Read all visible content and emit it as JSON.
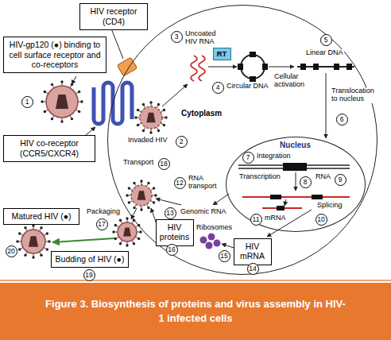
{
  "diagram": {
    "caption": "Figure 3. Biosynthesis of proteins and virus assembly in HIV-1 infected cells",
    "nodes": [
      {
        "text": [
          "HIV receptor (CD4)"
        ]
      },
      {
        "text": [
          "HIV-gp120 (●) binding to cell surface receptor and co-receptors"
        ]
      },
      {
        "text": [
          "HIV co-receptor (CCR5/CXCR4)"
        ]
      },
      {
        "text": [
          "Cytoplasm"
        ]
      },
      {
        "text": [
          "RT"
        ],
        "in": 3
      },
      {
        "text": [
          "Nucleus"
        ],
        "in": 3
      },
      {
        "text": [
          "HIV proteins"
        ],
        "in": 3
      },
      {
        "text": [
          "HIV mRNA"
        ],
        "in": 3
      },
      {
        "text": [
          "Matured HIV (●)"
        ]
      },
      {
        "text": [
          "Budding of HIV (●)"
        ]
      }
    ],
    "labels": [
      "1",
      "2",
      "Invaded HIV",
      "3",
      "Uncoated HIV RNA",
      "4",
      "Circular DNA",
      "5",
      "Linear DNA",
      "Cellular activation",
      "Translocation to nucleus",
      "6",
      "7",
      "Integration",
      "Transcription",
      "8",
      "RNA",
      "9",
      "Splicing",
      "10",
      "11",
      "mRNA",
      "12",
      "RNA transport",
      "13",
      "Genomic RNA",
      "Ribosomes",
      "14",
      "15",
      "16",
      "17",
      "Packaging",
      "18",
      "Transport",
      "19",
      "20"
    ]
  }
}
